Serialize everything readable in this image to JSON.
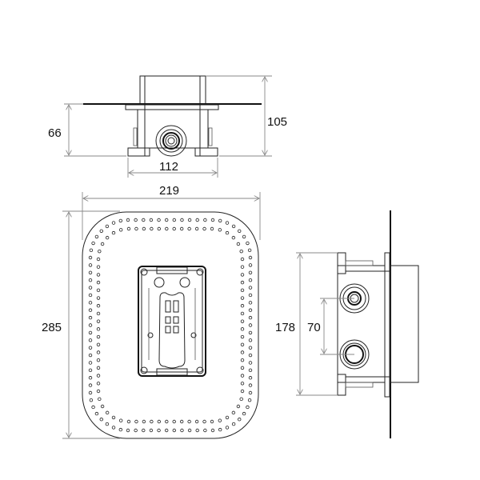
{
  "drawing": {
    "units": "mm",
    "top_view": {
      "height_plate": "66",
      "height_total": "105",
      "width_feet": "112"
    },
    "front_view": {
      "width": "219",
      "height": "285"
    },
    "side_view": {
      "height": "178",
      "spacing": "70"
    }
  },
  "colors": {
    "line": "#222222",
    "dimension": "#888888",
    "background": "#ffffff"
  }
}
